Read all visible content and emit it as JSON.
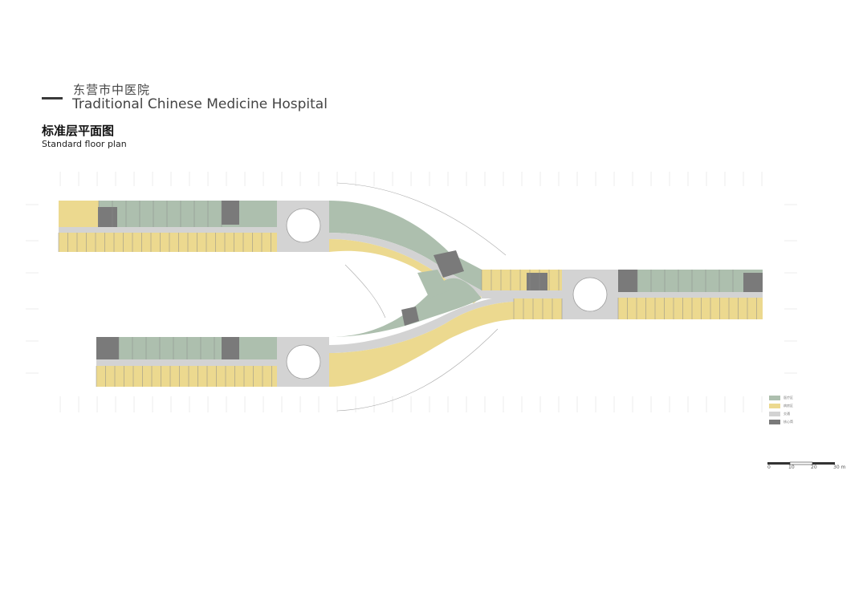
{
  "header": {
    "title_cn": "东营市中医院",
    "title_en": "Traditional Chinese Medicine Hospital",
    "subtitle_cn": "标准层平面图",
    "subtitle_en": "Standard floor plan"
  },
  "colors": {
    "ward": "#ecd98f",
    "medical": "#adbfae",
    "circulation": "#d3d3d3",
    "core": "#7a7a7a",
    "wall": "#6b6b6b"
  },
  "legend": [
    {
      "label": "医疗区",
      "color": "#adbfae"
    },
    {
      "label": "病房区",
      "color": "#ecd98f"
    },
    {
      "label": "交通",
      "color": "#d3d3d3"
    },
    {
      "label": "核心筒",
      "color": "#7a7a7a"
    }
  ],
  "scale": {
    "labels": [
      "0",
      "10",
      "20",
      "30 m"
    ]
  }
}
